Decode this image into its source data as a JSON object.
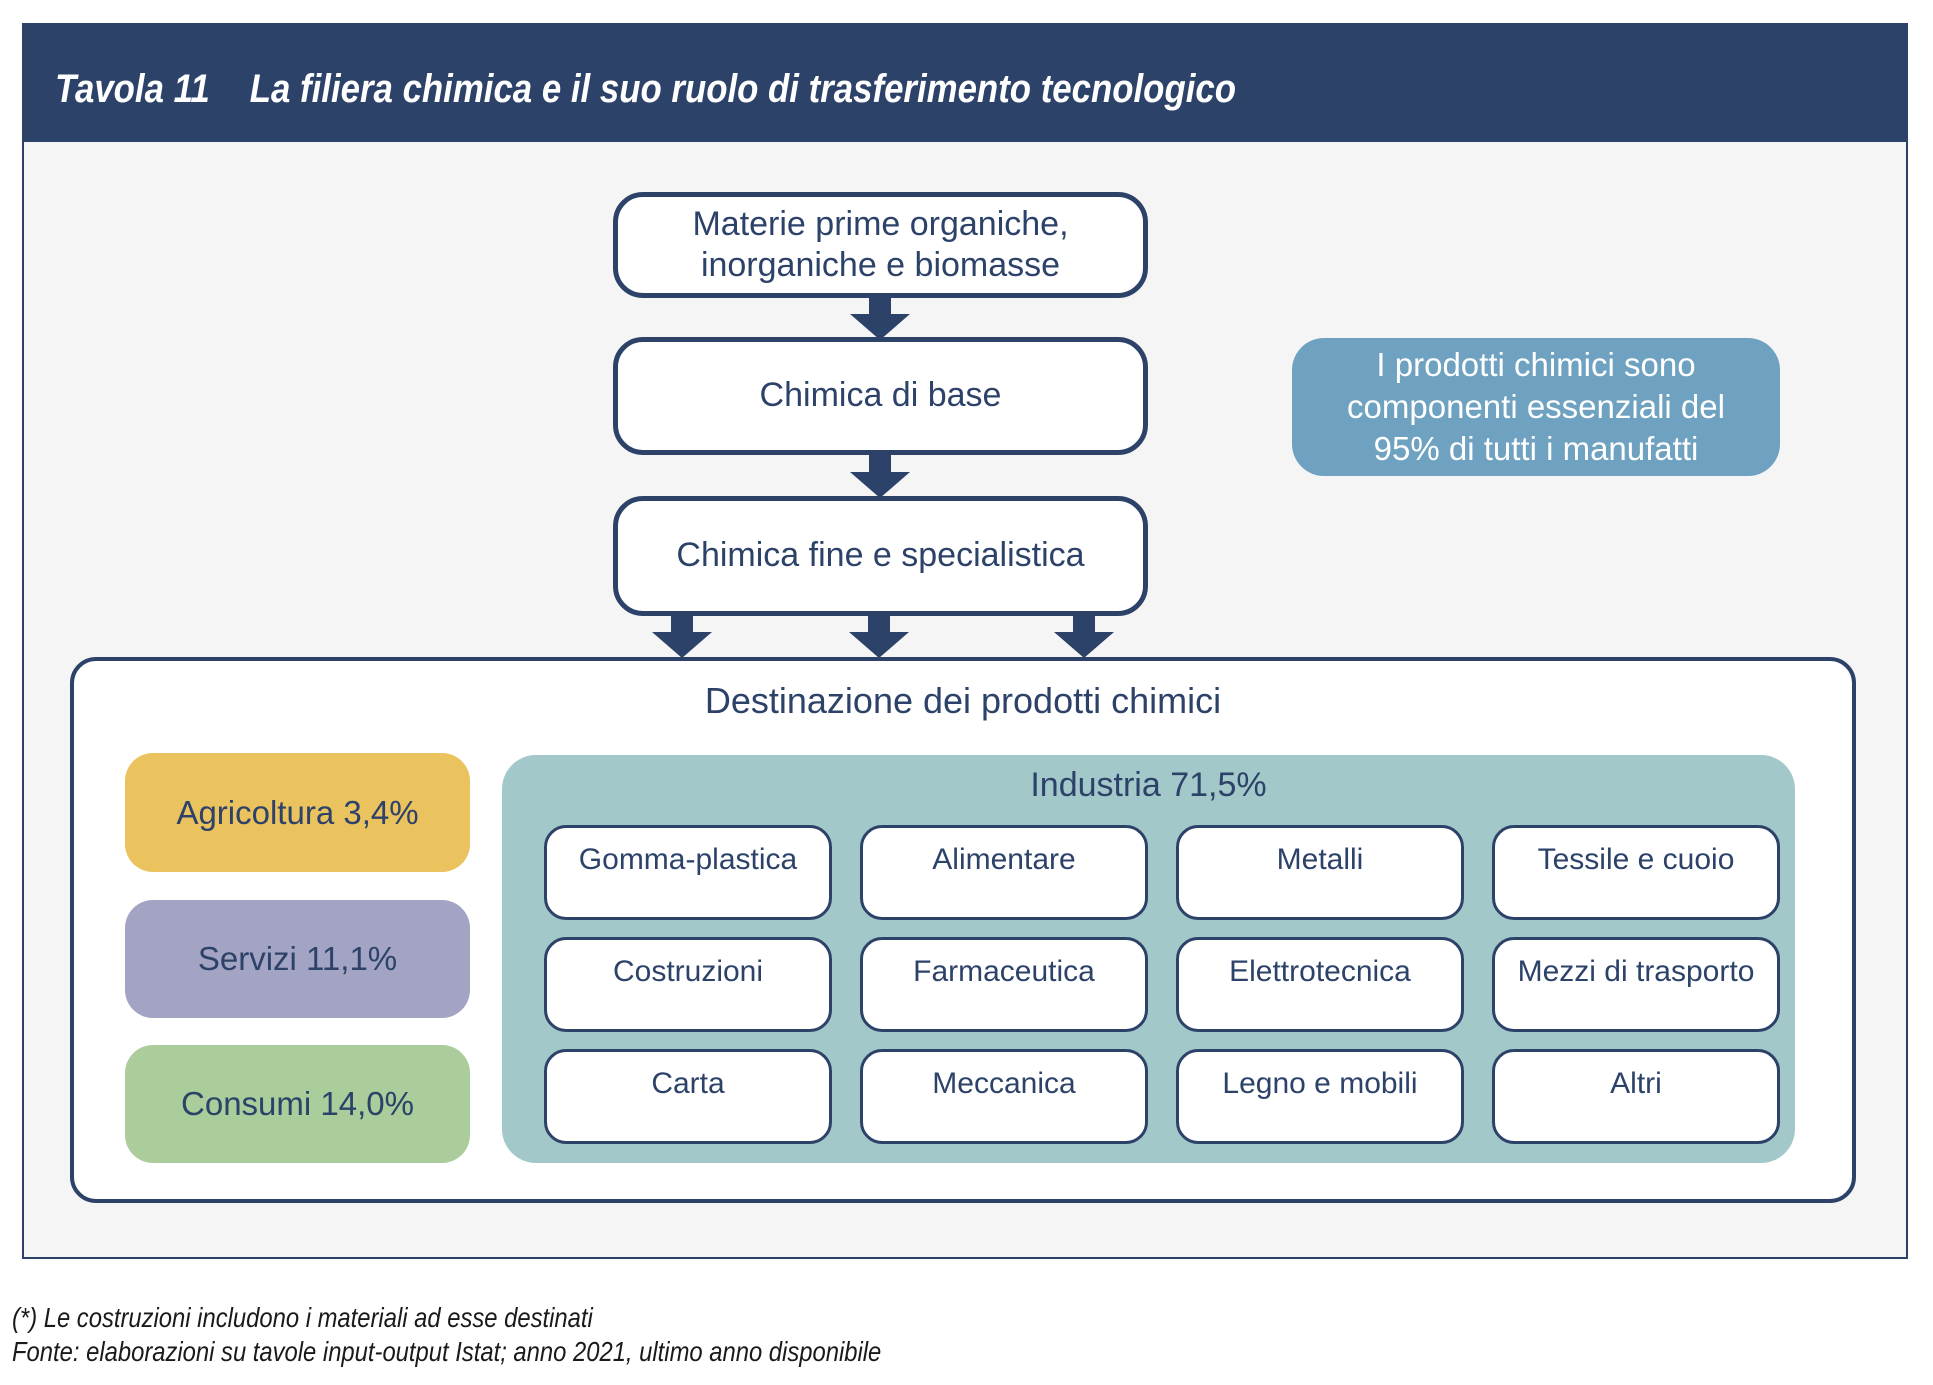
{
  "header": {
    "tag": "Tavola 11",
    "title": "La filiera chimica e il suo ruolo di trasferimento tecnologico"
  },
  "flow": {
    "materie_prime": "Materie prime organiche, inorganiche e biomasse",
    "chimica_base": "Chimica di base",
    "chimica_fine": "Chimica fine e specialistica"
  },
  "callout": {
    "text": "I prodotti chimici sono componenti essenziali del 95% di tutti i manufatti"
  },
  "destination": {
    "title": "Destinazione dei prodotti chimici",
    "sectors": [
      {
        "name": "Agricoltura",
        "share_pct": 3.4,
        "label": "Agricoltura 3,4%"
      },
      {
        "name": "Servizi",
        "share_pct": 11.1,
        "label": "Servizi 11,1%"
      },
      {
        "name": "Consumi",
        "share_pct": 14.0,
        "label": "Consumi 14,0%"
      }
    ],
    "industry": {
      "name": "Industria",
      "share_pct": 71.5,
      "label": "Industria 71,5%",
      "items": [
        "Gomma-plastica",
        "Alimentare",
        "Metalli",
        "Tessile e cuoio",
        "Costruzioni",
        "Farmaceutica",
        "Elettrotecnica",
        "Mezzi di trasporto",
        "Carta",
        "Meccanica",
        "Legno e mobili",
        "Altri"
      ]
    }
  },
  "footnotes": {
    "note": "(*) Le costruzioni includono i materiali ad esse destinati",
    "source": "Fonte: elaborazioni su tavole input-output Istat; anno 2021, ultimo anno disponibile"
  },
  "colors": {
    "navy": "#2d4269",
    "paper": "#f5f5f6",
    "agricoltura": "#eac25e",
    "servizi": "#a3a4c3",
    "consumi": "#abcd9b",
    "industria-bg": "#a2c8c9",
    "callout-bg": "#6fa2c1"
  }
}
